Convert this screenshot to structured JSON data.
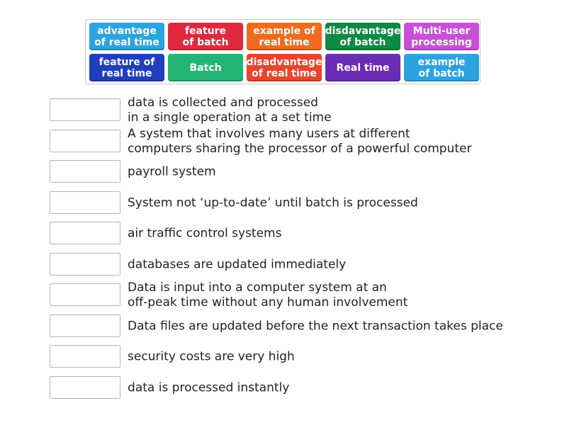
{
  "tiles": [
    {
      "label": "advantage\nof real time",
      "color": "#2ba3e0"
    },
    {
      "label": "feature\nof batch",
      "color": "#e0293f"
    },
    {
      "label": "example of\nreal time",
      "color": "#f26a1b"
    },
    {
      "label": "disdavantage\nof batch",
      "color": "#0e8a45"
    },
    {
      "label": "Multi-user\nprocessing",
      "color": "#c94fd6"
    },
    {
      "label": "feature of\nreal time",
      "color": "#1f3fbf"
    },
    {
      "label": "Batch",
      "color": "#22b573"
    },
    {
      "label": "disadvantage\nof real time",
      "color": "#e8452c"
    },
    {
      "label": "Real time",
      "color": "#6a2bb5"
    },
    {
      "label": "example\nof batch",
      "color": "#2ba3e0"
    }
  ],
  "rows": [
    {
      "text": "data is collected and processed\nin a single operation at a set time"
    },
    {
      "text": "A system that involves many users at different\ncomputers sharing the processor of a powerful computer"
    },
    {
      "text": "payroll system"
    },
    {
      "text": "System not ‘up-to-date’ until batch is processed"
    },
    {
      "text": "air traffic control systems"
    },
    {
      "text": "databases are updated immediately"
    },
    {
      "text": "Data is input into a computer system at an\noff-peak time without any human involvement"
    },
    {
      "text": "Data files are updated before the next transaction takes place"
    },
    {
      "text": "security costs are very high"
    },
    {
      "text": "data is processed instantly"
    }
  ]
}
